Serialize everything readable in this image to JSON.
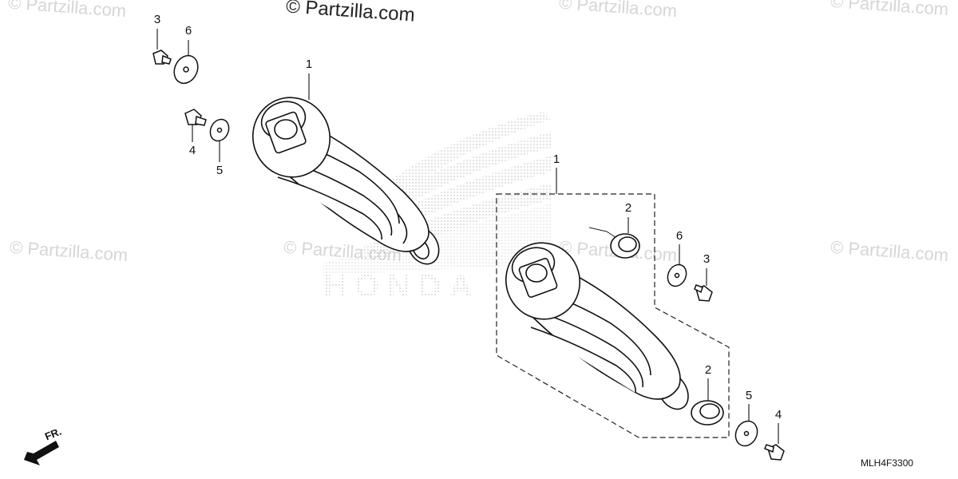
{
  "watermark": {
    "main": "© Partzilla.com",
    "faint": "© Partzilla.com"
  },
  "callouts": {
    "shock_left": "1",
    "shock_right": "1",
    "bushing_upper": "2",
    "bushing_lower": "2",
    "bolt_upper_left": "3",
    "bolt_upper_right": "3",
    "bolt_lower_left": "4",
    "bolt_lower_right": "4",
    "washer_lower_left": "5",
    "washer_lower_right": "5",
    "washer_upper_left": "6",
    "washer_upper_right": "6"
  },
  "diagram_code": "MLH4F3300",
  "front_indicator": "FR.",
  "background_logo": "HONDA"
}
